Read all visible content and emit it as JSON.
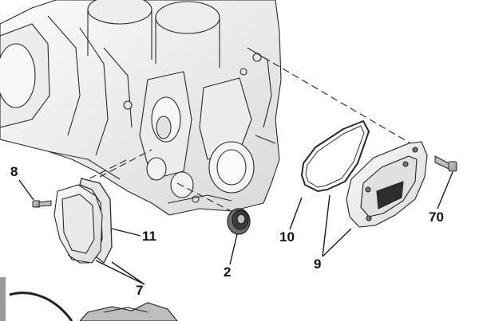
{
  "diagram": {
    "type": "exploded-parts-diagram",
    "line_color": "#222222",
    "fill_color": "#f4f4f4",
    "callouts": [
      {
        "id": "c8",
        "label": "8"
      },
      {
        "id": "c11",
        "label": "11"
      },
      {
        "id": "c7",
        "label": "7"
      },
      {
        "id": "c2",
        "label": "2"
      },
      {
        "id": "c10",
        "label": "10"
      },
      {
        "id": "c9",
        "label": "9"
      },
      {
        "id": "c70",
        "label": "70"
      }
    ]
  }
}
